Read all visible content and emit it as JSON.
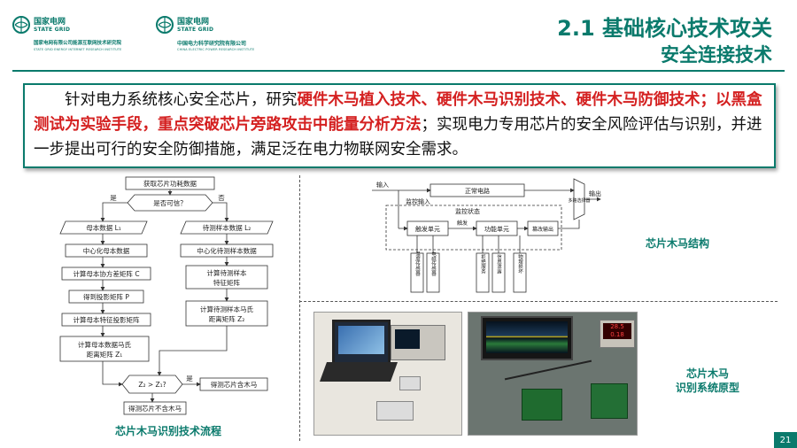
{
  "header": {
    "logo1": {
      "cn": "国家电网",
      "en": "STATE GRID",
      "org": "国家电网有限公司能源互联网技术研究院",
      "org_en": "STATE GRID ENERGY INTERNET RESEARCH INSTITUTE"
    },
    "logo2": {
      "cn": "国家电网",
      "en": "STATE GRID",
      "org": "中国电力科学研究院有限公司",
      "org_en": "CHINA ELECTRIC POWER RESEARCH INSTITUTE"
    },
    "title": "2.1 基础核心技术攻关",
    "subtitle": "安全连接技术"
  },
  "summary": {
    "part1": "针对电力系统核心安全芯片，研究",
    "part2_red": "硬件木马植入技术、硬件木马识别技术、硬件木马防御技术；以黑盒测试为实验手段，重点突破芯片旁路攻击中能量分析方法",
    "part3": "；实现电力专用芯片的安全风险评估与识别，并进一步提出可行的安全防御措施，满足泛在电力物联网安全需求。"
  },
  "flowchart": {
    "caption": "芯片木马识别技术流程",
    "nodes": {
      "start": "获取芯片功耗数据",
      "decision1": "是否可信？",
      "yes": "是",
      "no": "否",
      "left1": "母本数据 L₁",
      "right1": "待测样本数据 L₂",
      "left2": "中心化母本数据",
      "right2": "中心化待测样本数据",
      "left3": "计算母本协方差矩阵 C",
      "right3a": "计算待测样本",
      "right3b": "特征矩阵",
      "left4": "得到投影矩阵 P",
      "right4a": "计算待测样本马氏",
      "right4b": "距离矩阵 Z₂",
      "left5": "计算母本特征投影矩阵",
      "left6a": "计算母本数据马氏",
      "left6b": "距离矩阵 Z₁",
      "decision2": "Z₂ > Z₁?",
      "yes2": "是",
      "result_yes": "得测芯片含木马",
      "result_no": "得测芯片不含木马"
    }
  },
  "structure_diagram": {
    "caption": "芯片木马结构",
    "labels": {
      "input": "输入",
      "normal": "正常电路",
      "output": "输出",
      "mux": "多路选择器",
      "monitor_input": "监控输入",
      "monitor_state": "监控状态",
      "trigger": "触发单元",
      "trigger_sig": "触发",
      "payload": "功能单元",
      "tamper": "篡改输出",
      "sub1": "温度传感器",
      "sub2": "电磁传感器",
      "sub3": "拒绝服务",
      "sub4": "信息泄露",
      "sub5": "物理损坏"
    }
  },
  "prototype": {
    "caption_line1": "芯片木马",
    "caption_line2": "识别系统原型",
    "instrument_reading1": "28.5",
    "instrument_reading2": "0.18"
  },
  "page_number": "21",
  "colors": {
    "brand": "#0a7a6c",
    "emphasis": "#d42020"
  }
}
